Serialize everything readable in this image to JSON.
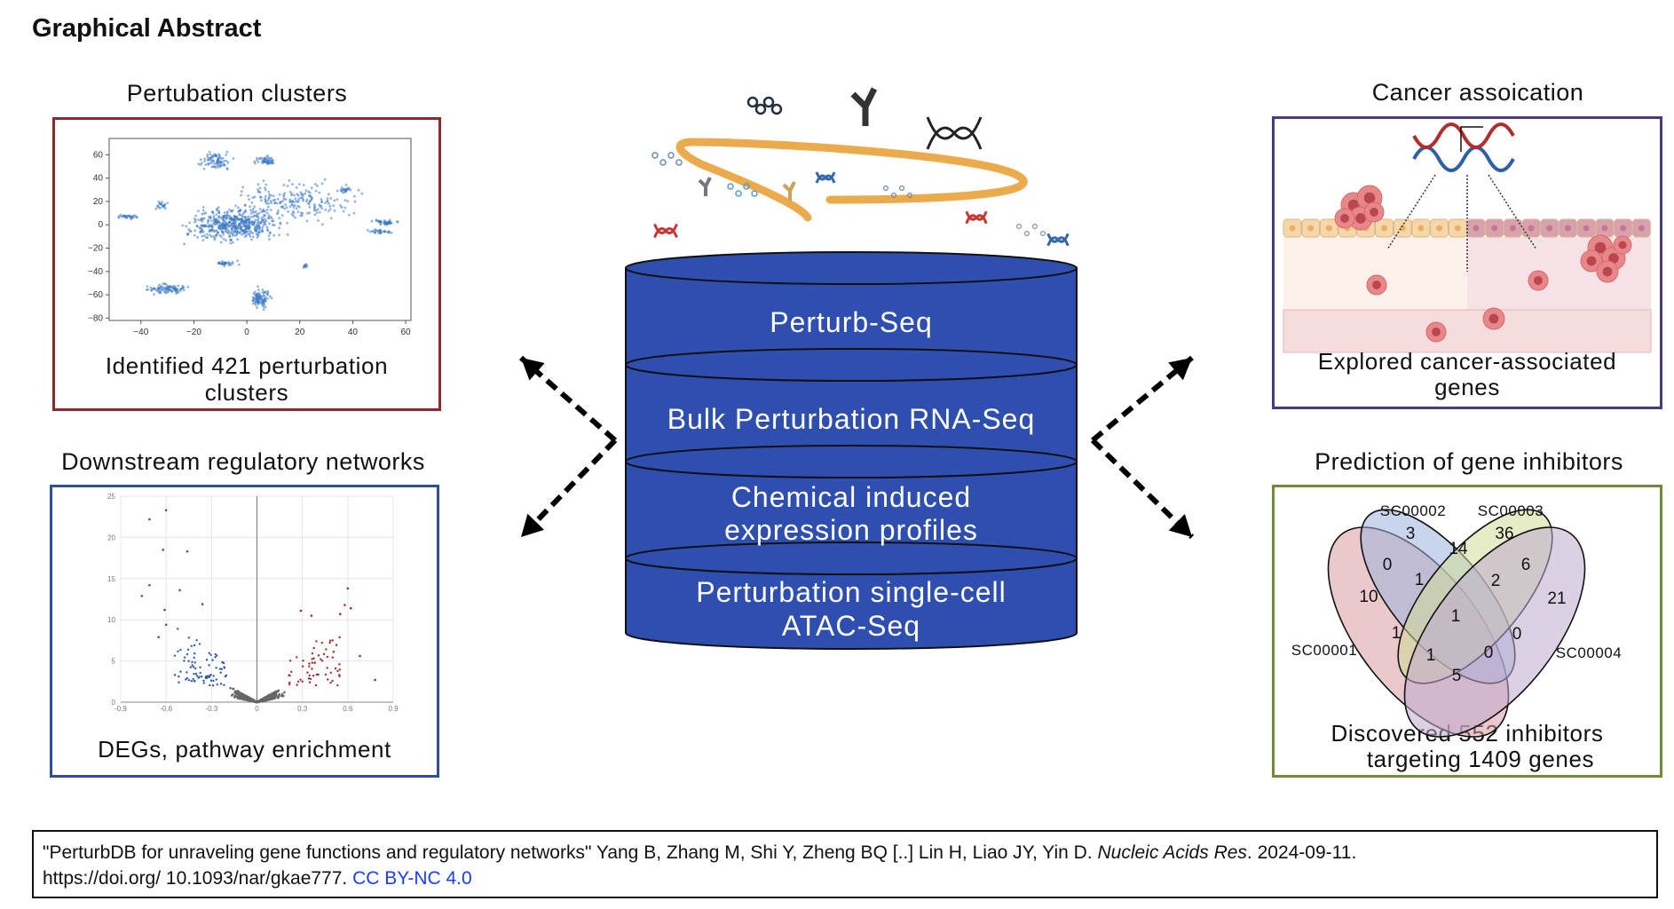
{
  "header": {
    "title": "Graphical Abstract"
  },
  "panels": {
    "clusters": {
      "title": "Pertubation clusters",
      "caption_line1": "Identified 421 perturbation",
      "caption_line2": "clusters",
      "border_color": "#8b2a2a"
    },
    "networks": {
      "title": "Downstream regulatory networks",
      "caption": "DEGs, pathway enrichment",
      "border_color": "#2e4f9a"
    },
    "cancer": {
      "title": "Cancer assoication",
      "caption_line1": "Explored cancer-associated",
      "caption_line2": "genes",
      "border_color": "#4b3b7a"
    },
    "inhibitors": {
      "title": "Prediction of gene inhibitors",
      "caption_line1": "Discovered 552 inhibitors",
      "caption_line2": "targeting 1409 genes",
      "border_color": "#6f8b3a"
    }
  },
  "database": {
    "color": "#2f4fb0",
    "layers": [
      {
        "line1": "Perturb-Seq"
      },
      {
        "line1": "Bulk Perturbation RNA-Seq"
      },
      {
        "line1": "Chemical induced",
        "line2": "expression profiles"
      },
      {
        "line1": "Perturbation single-cell",
        "line2": "ATAC-Seq"
      }
    ]
  },
  "citation": {
    "text": "\"PerturbDB for unraveling gene functions and regulatory networks\" Yang B, Zhang M, Shi Y, Zheng BQ [..] Lin H, Liao JY, Yin D. ",
    "journal": "Nucleic Acids Res",
    "date": ". 2024-09-11.",
    "doi": "https://doi.org/ 10.1093/nar/gkae777. ",
    "license": "CC BY-NC 4.0"
  },
  "chart_data": [
    {
      "type": "scatter",
      "xticks": [
        "−40",
        "−20",
        "0",
        "20",
        "40",
        "60"
      ],
      "yticks": [
        "60",
        "40",
        "20",
        "0",
        "−20",
        "−40",
        "−60",
        "−80"
      ],
      "xlim": [
        -52,
        62
      ],
      "ylim": [
        -82,
        74
      ],
      "color": "#3a78c2",
      "grid": false
    },
    {
      "type": "scatter",
      "xticks": [
        "-0.9",
        "-0.6",
        "-0.3",
        "0",
        "0.3",
        "0.6",
        "0.9"
      ],
      "yticks": [
        "0",
        "5",
        "10",
        "15",
        "20",
        "25"
      ],
      "xlim": [
        -0.9,
        0.9
      ],
      "ylim": [
        0,
        25
      ],
      "colors": {
        "down": "#2f5aa8",
        "neutral": "#666666",
        "up": "#a8282a"
      },
      "grid": true
    },
    {
      "type": "venn",
      "sets": [
        "SC00001",
        "SC00002",
        "SC00003",
        "SC00004"
      ],
      "region_counts": [
        "3",
        "36",
        "14",
        "0",
        "6",
        "1",
        "2",
        "10",
        "21",
        "1",
        "1",
        "0",
        "1",
        "0",
        "5"
      ]
    }
  ]
}
